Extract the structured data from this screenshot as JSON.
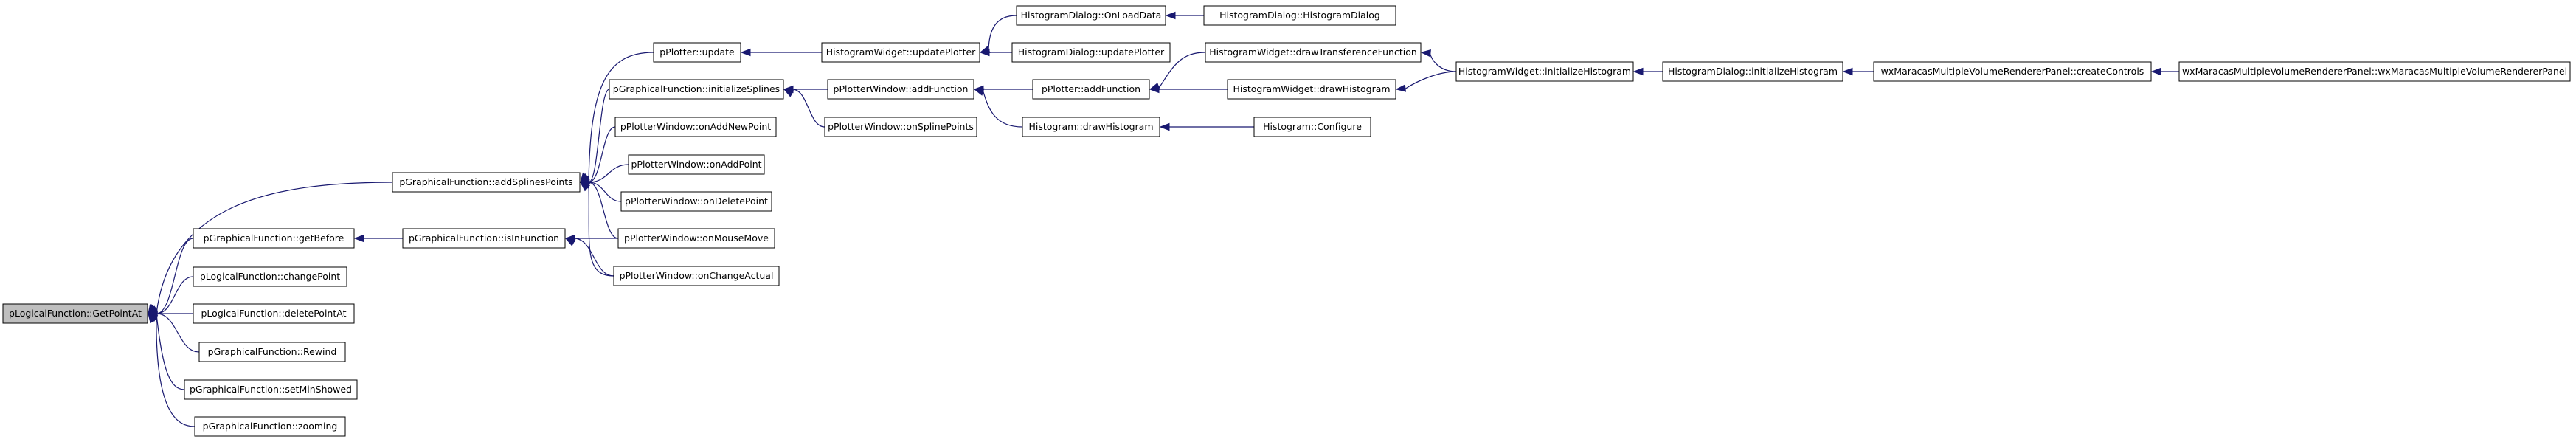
{
  "diagram": {
    "nodes": [
      {
        "id": "n_getpointat",
        "label": "pLogicalFunction::GetPointAt",
        "root": true
      },
      {
        "id": "n_addsplines",
        "label": "pGraphicalFunction::addSplinesPoints"
      },
      {
        "id": "n_getbefore",
        "label": "pGraphicalFunction::getBefore"
      },
      {
        "id": "n_changepoint",
        "label": "pLogicalFunction::changePoint"
      },
      {
        "id": "n_deletepointat",
        "label": "pLogicalFunction::deletePointAt"
      },
      {
        "id": "n_rewind",
        "label": "pGraphicalFunction::Rewind"
      },
      {
        "id": "n_setminshowed",
        "label": "pGraphicalFunction::setMinShowed"
      },
      {
        "id": "n_zooming",
        "label": "pGraphicalFunction::zooming"
      },
      {
        "id": "n_isinfunction",
        "label": "pGraphicalFunction::isInFunction"
      },
      {
        "id": "n_pplotter_update",
        "label": "pPlotter::update"
      },
      {
        "id": "n_initsplines",
        "label": "pGraphicalFunction::initializeSplines"
      },
      {
        "id": "n_onaddnewpoint",
        "label": "pPlotterWindow::onAddNewPoint"
      },
      {
        "id": "n_onaddpoint",
        "label": "pPlotterWindow::onAddPoint"
      },
      {
        "id": "n_ondeletepoint",
        "label": "pPlotterWindow::onDeletePoint"
      },
      {
        "id": "n_onmousemove",
        "label": "pPlotterWindow::onMouseMove"
      },
      {
        "id": "n_onchangeactual",
        "label": "pPlotterWindow::onChangeActual"
      },
      {
        "id": "n_hw_updateplotter",
        "label": "HistogramWidget::updatePlotter"
      },
      {
        "id": "n_pw_addfunction",
        "label": "pPlotterWindow::addFunction"
      },
      {
        "id": "n_onsplinepoints",
        "label": "pPlotterWindow::onSplinePoints"
      },
      {
        "id": "n_hd_onloaddata",
        "label": "HistogramDialog::OnLoadData"
      },
      {
        "id": "n_hd_updateplotter",
        "label": "HistogramDialog::updatePlotter"
      },
      {
        "id": "n_pp_addfunction",
        "label": "pPlotter::addFunction"
      },
      {
        "id": "n_h_drawhistogram",
        "label": "Histogram::drawHistogram"
      },
      {
        "id": "n_hd_ctor",
        "label": "HistogramDialog::HistogramDialog"
      },
      {
        "id": "n_hw_drawtransf",
        "label": "HistogramWidget::drawTransferenceFunction"
      },
      {
        "id": "n_hw_drawhist",
        "label": "HistogramWidget::drawHistogram"
      },
      {
        "id": "n_h_configure",
        "label": "Histogram::Configure"
      },
      {
        "id": "n_hw_inithist",
        "label": "HistogramWidget::initializeHistogram"
      },
      {
        "id": "n_hd_inithist",
        "label": "HistogramDialog::initializeHistogram"
      },
      {
        "id": "n_wx_createcontrols",
        "label": "wxMaracasMultipleVolumeRendererPanel::createControls"
      },
      {
        "id": "n_wx_ctor",
        "label": "wxMaracasMultipleVolumeRendererPanel::wxMaracasMultipleVolumeRendererPanel"
      }
    ],
    "edges": [
      [
        "n_getpointat",
        "n_addsplines"
      ],
      [
        "n_getpointat",
        "n_getbefore"
      ],
      [
        "n_getpointat",
        "n_changepoint"
      ],
      [
        "n_getpointat",
        "n_deletepointat"
      ],
      [
        "n_getpointat",
        "n_rewind"
      ],
      [
        "n_getpointat",
        "n_setminshowed"
      ],
      [
        "n_getpointat",
        "n_zooming"
      ],
      [
        "n_getbefore",
        "n_isinfunction"
      ],
      [
        "n_addsplines",
        "n_pplotter_update"
      ],
      [
        "n_addsplines",
        "n_initsplines"
      ],
      [
        "n_addsplines",
        "n_onaddnewpoint"
      ],
      [
        "n_addsplines",
        "n_onaddpoint"
      ],
      [
        "n_addsplines",
        "n_ondeletepoint"
      ],
      [
        "n_addsplines",
        "n_onmousemove"
      ],
      [
        "n_addsplines",
        "n_onchangeactual"
      ],
      [
        "n_isinfunction",
        "n_onmousemove"
      ],
      [
        "n_isinfunction",
        "n_onchangeactual"
      ],
      [
        "n_pplotter_update",
        "n_hw_updateplotter"
      ],
      [
        "n_initsplines",
        "n_pw_addfunction"
      ],
      [
        "n_initsplines",
        "n_onsplinepoints"
      ],
      [
        "n_hw_updateplotter",
        "n_hd_onloaddata"
      ],
      [
        "n_hw_updateplotter",
        "n_hd_updateplotter"
      ],
      [
        "n_pw_addfunction",
        "n_pp_addfunction"
      ],
      [
        "n_pw_addfunction",
        "n_h_drawhistogram"
      ],
      [
        "n_hd_onloaddata",
        "n_hd_ctor"
      ],
      [
        "n_pp_addfunction",
        "n_hw_drawtransf"
      ],
      [
        "n_pp_addfunction",
        "n_hw_drawhist"
      ],
      [
        "n_h_drawhistogram",
        "n_h_configure"
      ],
      [
        "n_hw_drawtransf",
        "n_hw_inithist"
      ],
      [
        "n_hw_drawhist",
        "n_hw_inithist"
      ],
      [
        "n_hw_inithist",
        "n_hd_inithist"
      ],
      [
        "n_hd_inithist",
        "n_wx_createcontrols"
      ],
      [
        "n_wx_createcontrols",
        "n_wx_ctor"
      ]
    ],
    "colors": {
      "edge": "#191970",
      "node_border": "#000000",
      "node_fill": "#ffffff",
      "root_fill": "#bfbfbf"
    }
  }
}
